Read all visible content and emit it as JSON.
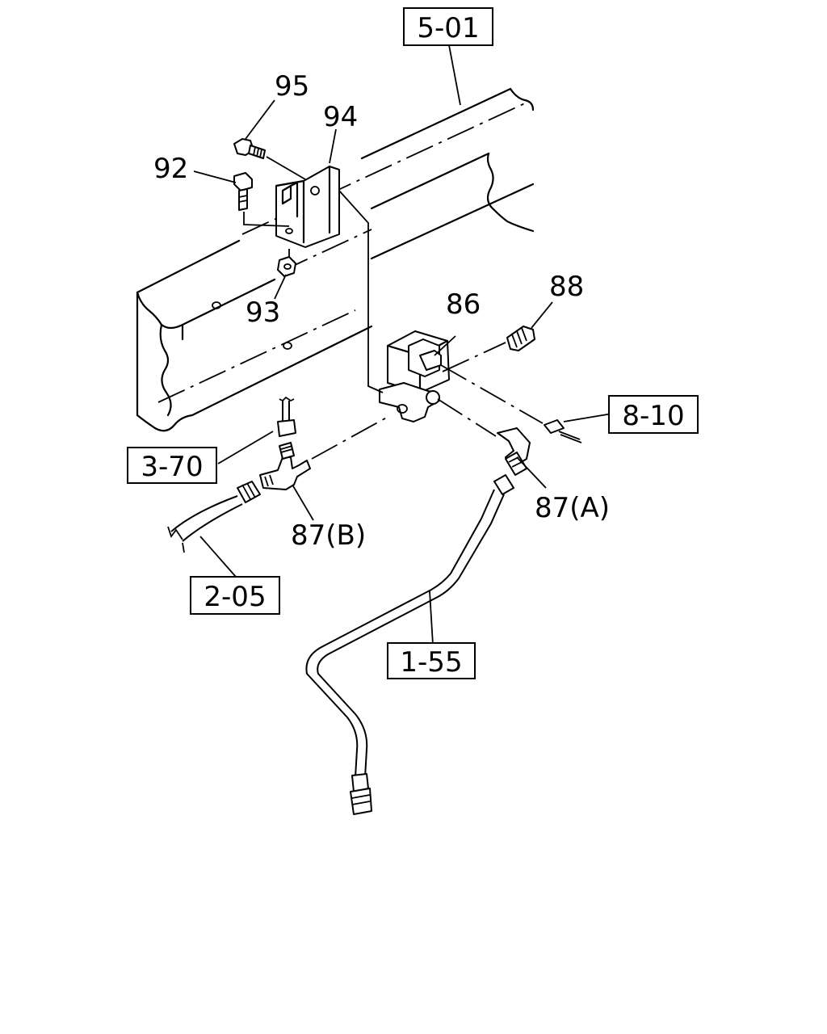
{
  "references": {
    "r501": "5-01",
    "r810": "8-10",
    "r370": "3-70",
    "r205": "2-05",
    "r155": "1-55"
  },
  "parts": {
    "p95": "95",
    "p94": "94",
    "p92": "92",
    "p93": "93",
    "p86": "86",
    "p88": "88",
    "p87a": "87(A)",
    "p87b": "87(B)"
  }
}
